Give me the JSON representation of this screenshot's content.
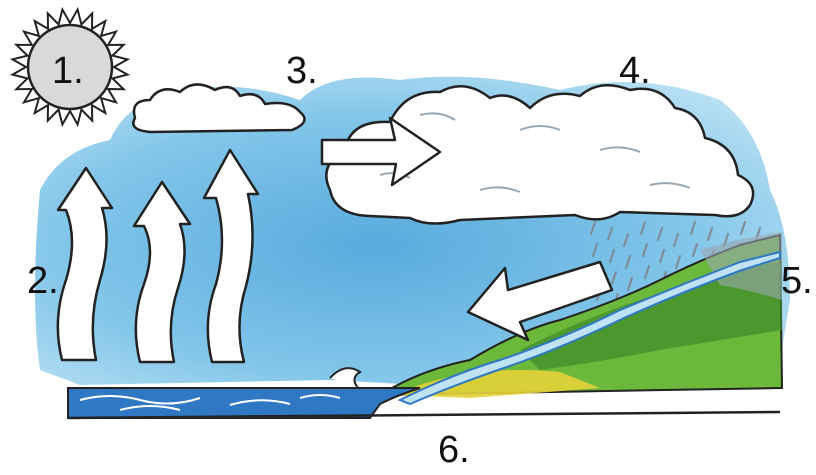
{
  "labels": {
    "one": "1.",
    "two": "2.",
    "three": "3.",
    "four": "4.",
    "five": "5.",
    "six": "6."
  },
  "colors": {
    "sky": "#7cc3e8",
    "sky_light": "#bfe3f5",
    "cloud": "#ffffff",
    "sun": "#d9d9d9",
    "sea": "#2f78c4",
    "hill_green": "#6bb83a",
    "hill_dark": "#3f8a2a",
    "sand": "#e6d23a",
    "rain": "#9aa6b0",
    "outline": "#222222"
  },
  "icons": {
    "sun": "sun-icon",
    "evaporation": "evaporation-arrow-icon",
    "wind": "arrow-right-icon",
    "runoff": "arrow-left-icon"
  }
}
